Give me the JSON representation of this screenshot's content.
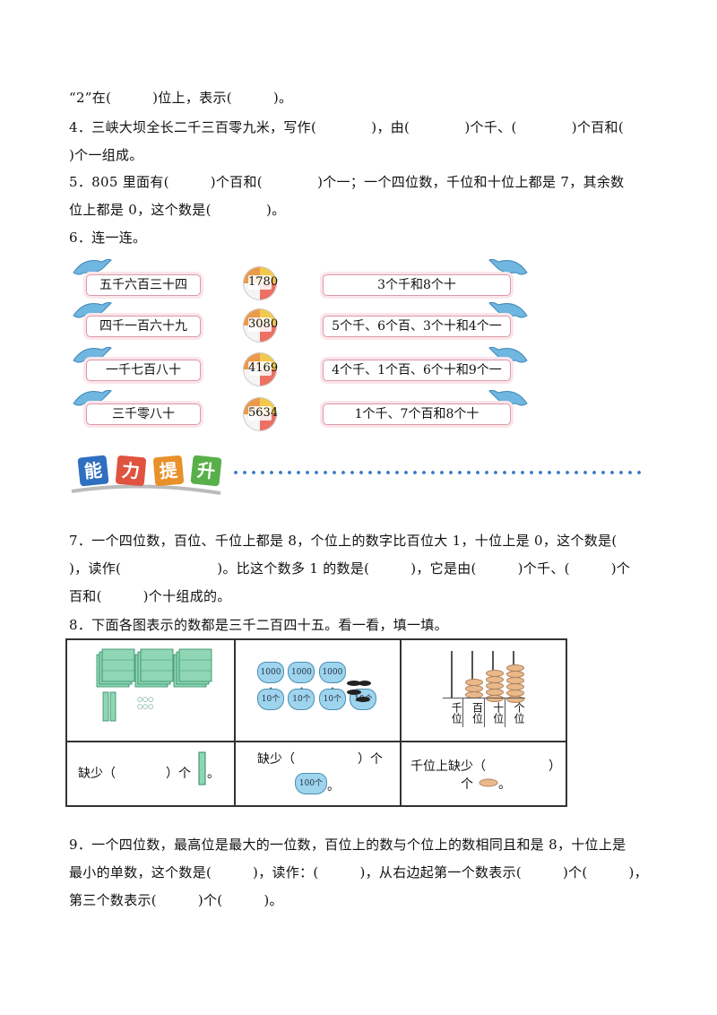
{
  "lines": {
    "l1": "“2”在(　　　)位上，表示(　　　)。",
    "l2": "4．三峡大坝全长二千三百零九米，写作(　　　　)，由(　　　　)个千、(　　　　)个百和(",
    "l3": ")个一组成。",
    "l4": "5．805 里面有(　　　)个百和(　　　　)个一；一个四位数，千位和十位上都是 7，其余数",
    "l5": "位上都是 0，这个数是(　　　　)。",
    "l6": "6．连一连。",
    "l7": "7．一个四位数，百位、千位上都是 8，个位上的数字比百位大 1，十位上是 0，这个数是(",
    "l8": ")，读作(　　　　　　　)。比这个数多 1 的数是(　　　)，它是由(　　　)个千、(　　　)个",
    "l9": "百和(　　　)个十组成的。",
    "l10": "8．下面各图表示的数都是三千二百四十五。看一看，填一填。",
    "l11": "9．一个四位数，最高位是最大的一位数，百位上的数与个位上的数相同且和是 8，十位上是",
    "l12": "最小的单数，这个数是(　　　)，读作：(　　　)，从右边起第一个数表示(　　　)个(　　　)，",
    "l13": "第三个数表示(　　　)个(　　　)。"
  },
  "match": {
    "left": [
      "五千六百三十四",
      "四千一百六十九",
      "一千七百八十",
      "三千零八十"
    ],
    "middle": [
      "1780",
      "3080",
      "4169",
      "5634"
    ],
    "right": [
      "3个千和8个十",
      "5个千、6个百、3个十和4个一",
      "4个千、1个百、6个十和9个一",
      "1个千、7个百和8个十"
    ]
  },
  "banner": [
    "能",
    "力",
    "提",
    "升"
  ],
  "banner_colors": [
    "#2f6fc0",
    "#e0533f",
    "#e8902a",
    "#59b04a"
  ],
  "table": {
    "bags_top": [
      "1000个",
      "1000个",
      "1000个"
    ],
    "bags_bottom": [
      "10个",
      "10个",
      "10个",
      "10个"
    ],
    "place_labels": [
      "千位",
      "百位",
      "十位",
      "个位"
    ],
    "c1": "缺少（　　　　）个",
    "c2a": "缺少（　　　　　）个",
    "c2bag": "100个",
    "c2b": "。",
    "c3a": "千位上缺少（　　　　　）",
    "c3b": "个",
    "c3c": "。",
    "ones_label": "○○○",
    "c1end": "。"
  }
}
